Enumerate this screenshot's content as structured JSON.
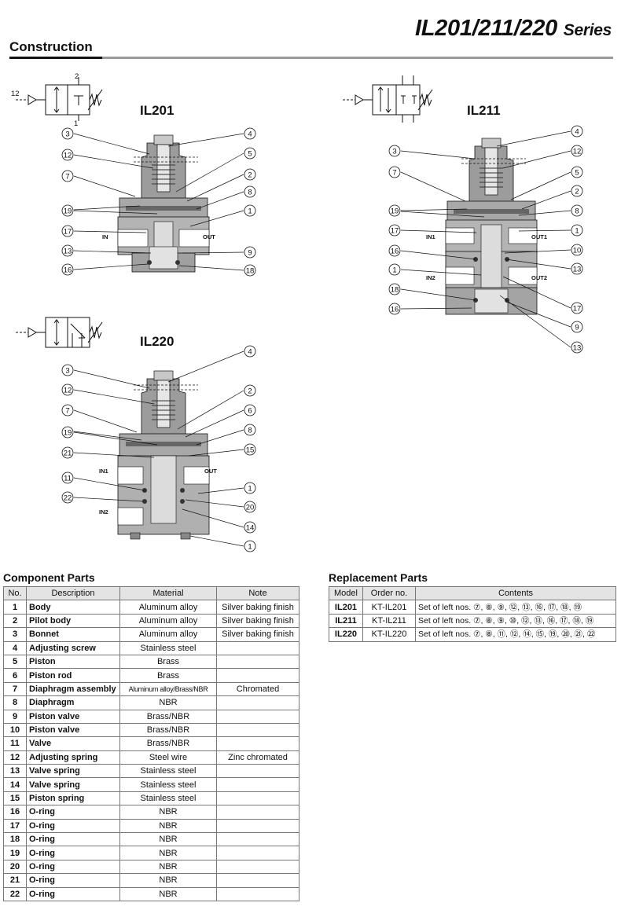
{
  "header": {
    "series_main": "IL201/211/220",
    "series_suffix": "Series",
    "section": "Construction"
  },
  "diagrams": {
    "il201": {
      "title": "IL201",
      "port_in": "IN",
      "port_out": "OUT",
      "sym_top": "2",
      "sym_left": "12",
      "sym_bottom": "1",
      "callouts_left": [
        "3",
        "12",
        "7",
        "19",
        "17",
        "13",
        "16"
      ],
      "callouts_right": [
        "4",
        "5",
        "2",
        "8",
        "1",
        "9",
        "18"
      ]
    },
    "il211": {
      "title": "IL211",
      "port_in1": "IN1",
      "port_out1": "OUT1",
      "port_in2": "IN2",
      "port_out2": "OUT2",
      "callouts_left": [
        "3",
        "7",
        "19",
        "17",
        "16",
        "1",
        "18",
        "16"
      ],
      "callouts_right": [
        "4",
        "12",
        "5",
        "2",
        "8",
        "1",
        "10",
        "13",
        "17",
        "9",
        "13"
      ]
    },
    "il220": {
      "title": "IL220",
      "port_in1": "IN1",
      "port_out": "OUT",
      "port_in2": "IN2",
      "callouts_left": [
        "3",
        "12",
        "7",
        "19",
        "21",
        "11",
        "22"
      ],
      "callouts_right": [
        "4",
        "2",
        "6",
        "8",
        "15",
        "1",
        "20",
        "14",
        "1"
      ]
    }
  },
  "component_parts": {
    "title": "Component Parts",
    "headers": [
      "No.",
      "Description",
      "Material",
      "Note"
    ],
    "rows": [
      [
        "1",
        "Body",
        "Aluminum alloy",
        "Silver baking finish"
      ],
      [
        "2",
        "Pilot body",
        "Aluminum alloy",
        "Silver baking finish"
      ],
      [
        "3",
        "Bonnet",
        "Aluminum alloy",
        "Silver baking finish"
      ],
      [
        "4",
        "Adjusting screw",
        "Stainless steel",
        ""
      ],
      [
        "5",
        "Piston",
        "Brass",
        ""
      ],
      [
        "6",
        "Piston rod",
        "Brass",
        ""
      ],
      [
        "7",
        "Diaphragm assembly",
        "Aluminum alloy/Brass/NBR",
        "Chromated"
      ],
      [
        "8",
        "Diaphragm",
        "NBR",
        ""
      ],
      [
        "9",
        "Piston valve",
        "Brass/NBR",
        ""
      ],
      [
        "10",
        "Piston valve",
        "Brass/NBR",
        ""
      ],
      [
        "11",
        "Valve",
        "Brass/NBR",
        ""
      ],
      [
        "12",
        "Adjusting spring",
        "Steel wire",
        "Zinc chromated"
      ],
      [
        "13",
        "Valve spring",
        "Stainless steel",
        ""
      ],
      [
        "14",
        "Valve spring",
        "Stainless steel",
        ""
      ],
      [
        "15",
        "Piston spring",
        "Stainless steel",
        ""
      ],
      [
        "16",
        "O-ring",
        "NBR",
        ""
      ],
      [
        "17",
        "O-ring",
        "NBR",
        ""
      ],
      [
        "18",
        "O-ring",
        "NBR",
        ""
      ],
      [
        "19",
        "O-ring",
        "NBR",
        ""
      ],
      [
        "20",
        "O-ring",
        "NBR",
        ""
      ],
      [
        "21",
        "O-ring",
        "NBR",
        ""
      ],
      [
        "22",
        "O-ring",
        "NBR",
        ""
      ]
    ]
  },
  "replacement_parts": {
    "title": "Replacement Parts",
    "headers": [
      "Model",
      "Order no.",
      "Contents"
    ],
    "rows": [
      [
        "IL201",
        "KT-IL201",
        "Set of left nos. ⑦, ⑧, ⑨, ⑫, ⑬, ⑯, ⑰, ⑱, ⑲"
      ],
      [
        "IL211",
        "KT-IL211",
        "Set of left nos. ⑦, ⑧, ⑨, ⑩, ⑫, ⑬, ⑯, ⑰, ⑱, ⑲"
      ],
      [
        "IL220",
        "KT-IL220",
        "Set of left nos. ⑦, ⑧, ⑪, ⑫, ⑭, ⑮, ⑲, ⑳, ㉑, ㉒"
      ]
    ]
  },
  "colors": {
    "body_gray": "#b0b0b0",
    "dark_gray": "#6e6e6e",
    "rule_gray": "#9a9a9a",
    "header_fill": "#e4e4e4"
  }
}
